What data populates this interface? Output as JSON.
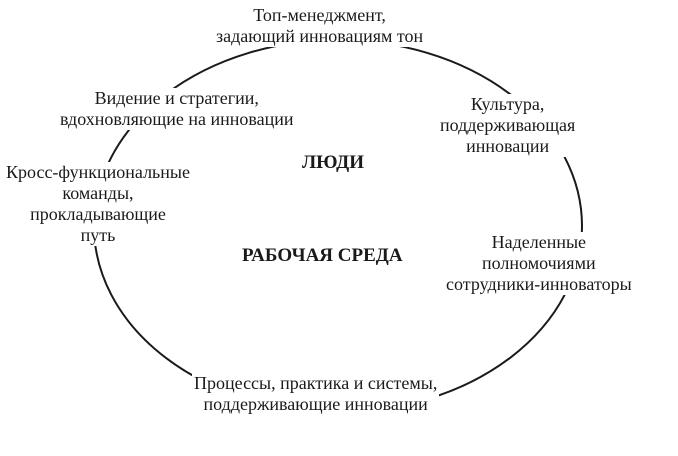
{
  "center": {
    "top": "ЛЮДИ",
    "bottom": "РАБОЧАЯ СРЕДА"
  },
  "labels": {
    "top": [
      "Топ-менеджмент,",
      "задающий инновациям тон"
    ],
    "vision": [
      "Видение и стратегии,",
      "вдохновляющие на инновации"
    ],
    "culture": [
      "Культура,",
      "поддерживающая",
      "инновации"
    ],
    "teams": [
      "Кросс-функциональные",
      "команды,",
      "прокладывающие",
      "путь"
    ],
    "employees": [
      "Наделенные",
      "полномочиями",
      "сотрудники-инноваторы"
    ],
    "processes": [
      "Процессы, практика и системы,",
      "поддерживающие инновации"
    ]
  }
}
